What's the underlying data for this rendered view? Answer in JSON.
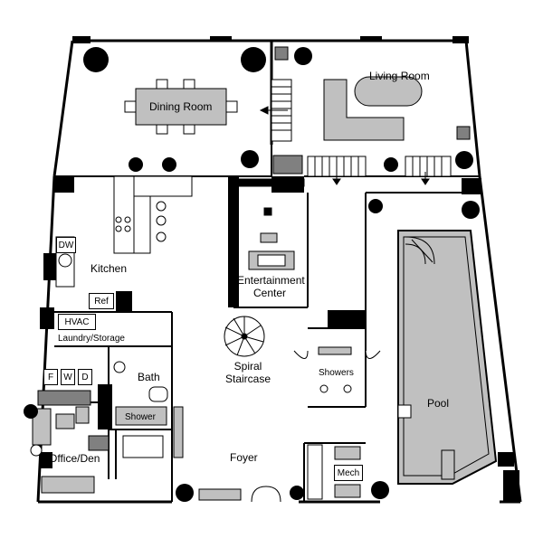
{
  "rooms": {
    "living_room": "Living Room",
    "dining_room": "Dining Room",
    "kitchen": "Kitchen",
    "entertainment_center": "Entertainment\nCenter",
    "laundry_storage": "Laundry/Storage",
    "bath": "Bath",
    "shower": "Shower",
    "spiral_staircase": "Spiral\nStaircase",
    "showers": "Showers",
    "pool": "Pool",
    "office_den": "Office/Den",
    "foyer": "Foyer",
    "mech": "Mech"
  },
  "fixtures": {
    "dw": "DW",
    "ref": "Ref",
    "hvac": "HVAC",
    "f": "F",
    "w": "W",
    "d": "D"
  },
  "colors": {
    "wall": "#000000",
    "furniture": "#c0c0c0",
    "pool_water": "#c0c0c0",
    "tree": "#000000"
  }
}
